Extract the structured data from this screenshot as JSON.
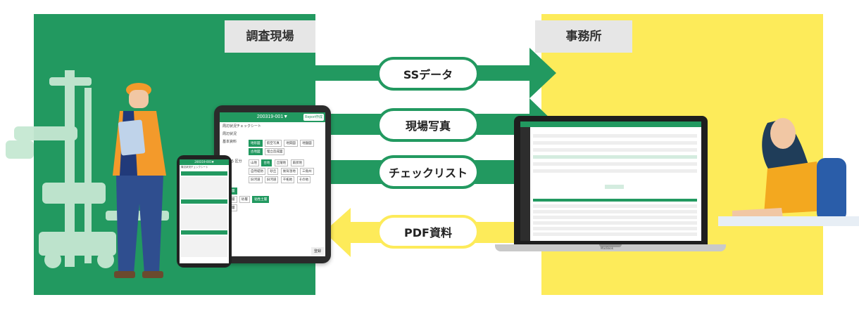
{
  "site_label": "調査現場",
  "office_label": "事務所",
  "flows": [
    {
      "label": "SSデータ",
      "direction": "right"
    },
    {
      "label": "現場写真",
      "direction": "right"
    },
    {
      "label": "チェックリスト",
      "direction": "right"
    },
    {
      "label": "PDF資料",
      "direction": "left"
    }
  ],
  "tablet": {
    "header": "200319-001▼",
    "report_button": "Report作成",
    "form_title": "周辺状況チェックシート",
    "section": "周辺状況",
    "row_label_1": "基本資料",
    "row_label_2": "に よる\n区分",
    "chips_1": [
      "地形図",
      "航空写真",
      "地質図",
      "地盤図",
      "古地図",
      "埋立造成図"
    ],
    "chips_2": [
      "山地",
      "台地",
      "丘陵地",
      "扇状地",
      "自然堤防",
      "砂丘",
      "後背湿地",
      "三角州",
      "旧河道",
      "旧河道",
      "干拓地",
      "その他"
    ],
    "chips_3": [
      "沖積層",
      "砂礫層",
      "砂層",
      "粘性土層",
      "洪積層"
    ],
    "save_button": "登録"
  },
  "phone": {
    "header": "200319-001▼",
    "title": "周辺状況チェックシート"
  },
  "laptop": {
    "brand": "MacBook"
  },
  "colors": {
    "green": "#229960",
    "yellow": "#fdeb5a"
  }
}
